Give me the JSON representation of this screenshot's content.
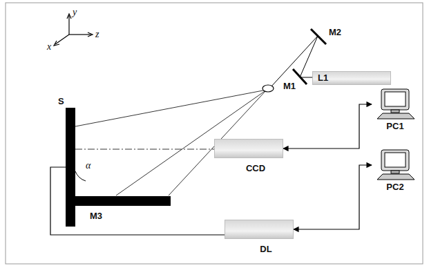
{
  "diagram": {
    "nodes": [
      {
        "text": [
          "L1"
        ]
      },
      {
        "text": [
          "CCD"
        ]
      },
      {
        "text": [
          "PC1"
        ]
      },
      {
        "text": [
          "DL"
        ]
      },
      {
        "text": [
          "PC2"
        ]
      },
      {
        "text": [
          "S"
        ]
      }
    ],
    "edges": [
      {
        "from": 1,
        "to": 2,
        "arrow": "both"
      },
      {
        "from": 3,
        "to": 4,
        "arrow": "both"
      },
      {
        "from": 5,
        "to": 3,
        "arrow": "none"
      }
    ],
    "labels": [
      "y",
      "z",
      "x",
      "M2",
      "M1",
      "α",
      "M3"
    ]
  }
}
